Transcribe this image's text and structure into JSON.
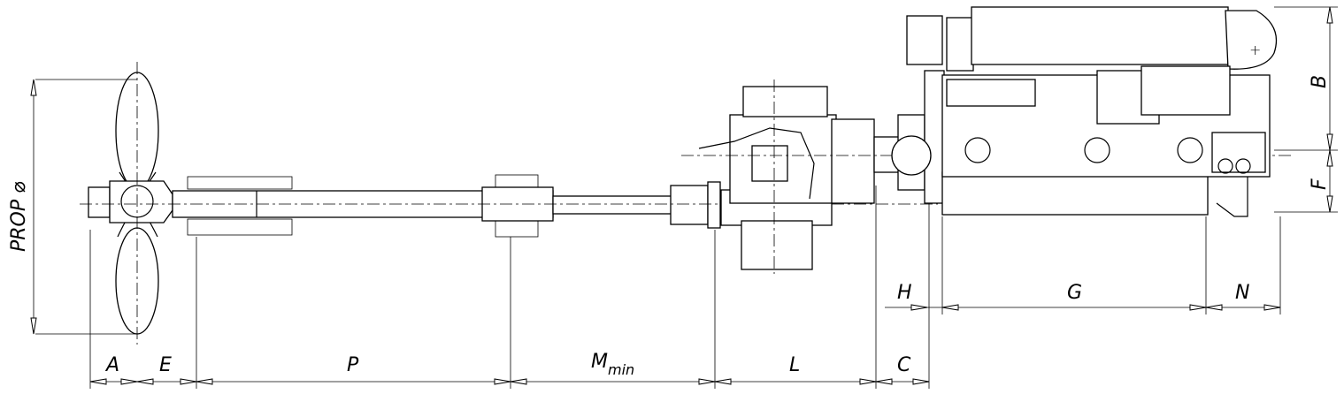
{
  "drawing": {
    "subject": "propulsion-shaftline-arrangement",
    "line_color": "#000000",
    "background": "#ffffff"
  },
  "dimensions": {
    "prop_diameter": "PROP ⌀",
    "A": "A",
    "E": "E",
    "P": "P",
    "M_main": "M",
    "M_sub": "min",
    "L": "L",
    "C": "C",
    "H": "H",
    "G": "G",
    "N": "N",
    "B": "B",
    "F": "F"
  }
}
